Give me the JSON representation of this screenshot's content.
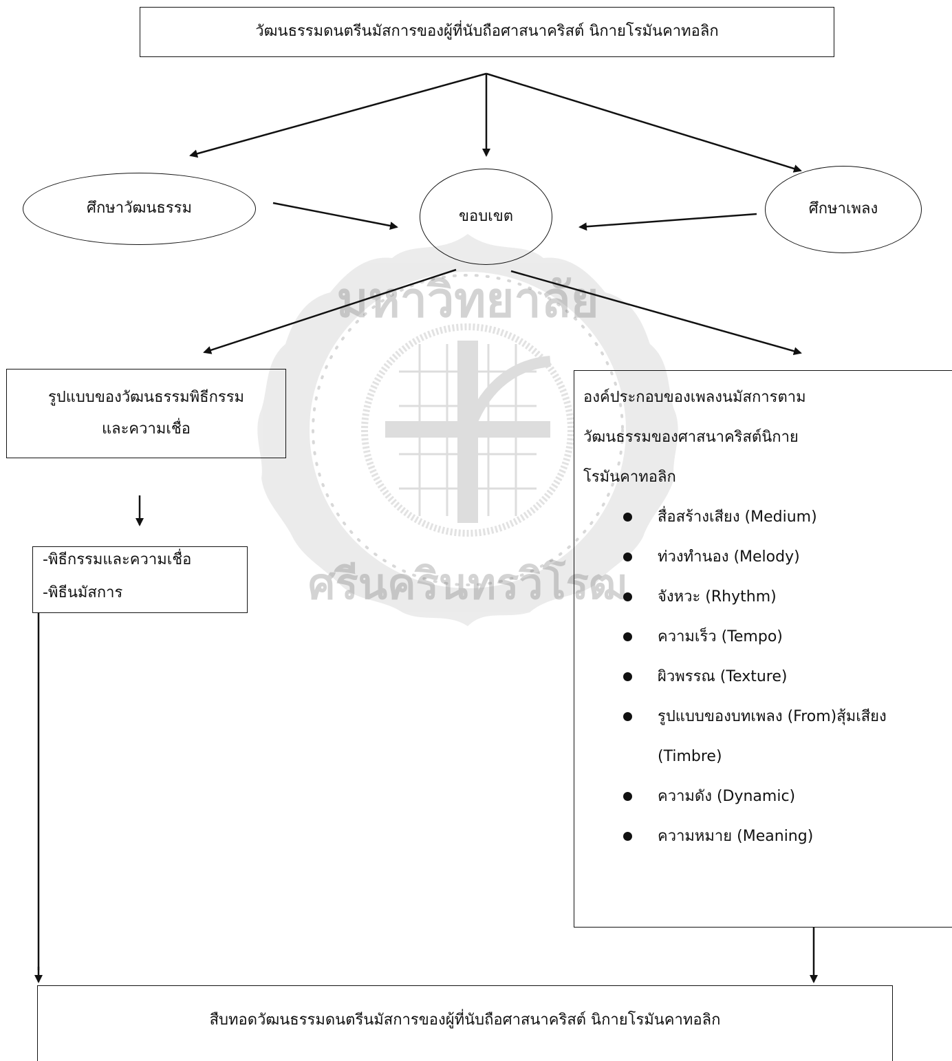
{
  "title": "วัฒนธรรมดนตรีนมัสการของผู้ที่นับถือศาสนาคริสต์ นิกายโรมันคาทอลิก",
  "nodes": {
    "culture": "ศึกษาวัฒนธรรม",
    "scope": "ขอบเขต",
    "song": "ศึกษาเพลง"
  },
  "ritual_form": {
    "line1": "รูปแบบของวัฒนธรรมพิธีกรรม",
    "line2": "และความเชื่อ"
  },
  "ritual_list": {
    "line1": "-พิธีกรรมและความเชื่อ",
    "line2": "-พิธีนมัสการ"
  },
  "elements": {
    "heading_lines": [
      "องค์ประกอบของเพลงนมัสการตาม",
      "วัฒนธรรมของศาสนาคริสต์นิกาย",
      "โรมันคาทอลิก"
    ],
    "items": [
      "สื่อสร้างเสียง (Medium)",
      "ท่วงทำนอง (Melody)",
      "จังหวะ (Rhythm)",
      "ความเร็ว (Tempo)",
      "ผิวพรรณ (Texture)",
      "รูปแบบของบทเพลง (From)สุ้มเสียง",
      "(Timbre)",
      "ความดัง (Dynamic)",
      "ความหมาย (Meaning)"
    ]
  },
  "footer": "สืบทอดวัฒนธรรมดนตรีนมัสการของผู้ที่นับถือศาสนาคริสต์ นิกายโรมันคาทอลิก",
  "seal": {
    "top_text": "มหาวิทยาลัย",
    "bottom_text": "ศรีนครินทรวิโรฒ"
  }
}
